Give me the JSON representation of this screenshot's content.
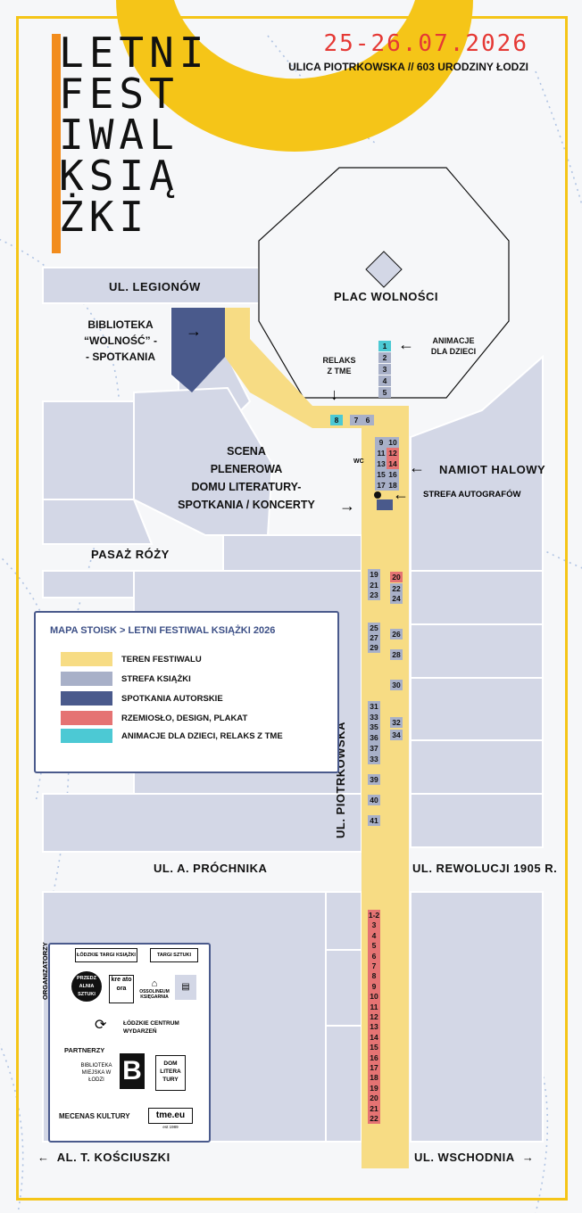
{
  "colors": {
    "festival_area": "#f7dc84",
    "book_zone": "#a8b0c8",
    "author_meetings": "#4a5a8c",
    "craft_design_poster": "#e57373",
    "kids_relax": "#4cc9d4",
    "buildings": "#d3d7e6",
    "accent_yellow": "#f5c518",
    "accent_orange": "#f28c1c",
    "date_red": "#e53935",
    "frame_yellow": "#f5c518"
  },
  "title": {
    "lines": [
      "LETNI",
      "FEST",
      "IWAL",
      "KSIĄ",
      "ŻKI"
    ]
  },
  "header": {
    "date": "25-26.07.2026",
    "subtitle": "ULICA PIOTRKOWSKA // 603 URODZINY ŁODZI"
  },
  "streets": {
    "legionow": "UL. LEGIONÓW",
    "plac": "PLAC WOLNOŚCI",
    "pasaz": "PASAŻ RÓŻY",
    "prochnika": "UL. A. PRÓCHNIKA",
    "rewolucji": "UL. REWOLUCJI 1905 R.",
    "piotrkowska": "UL. PIOTRKOWSKA",
    "kosciuszki": "AL. T. KOŚCIUSZKI",
    "wschodnia": "UL. WSCHODNIA"
  },
  "places": {
    "biblioteka": [
      "BIBLIOTEKA",
      "“WOLNOŚĆ” -",
      "- SPOTKANIA"
    ],
    "animacje": [
      "ANIMACJE",
      "DLA DZIECI"
    ],
    "relaks": [
      "RELAKS",
      "Z TME"
    ],
    "scena": [
      "SCENA",
      "PLENEROWA",
      "DOMU LITERATURY-",
      "SPOTKANIA / KONCERTY"
    ],
    "namiot": "NAMIOT HALOWY",
    "autografy": "STREFA AUTOGRAFÓW",
    "wc": "WC"
  },
  "legend": {
    "title": "MAPA STOISK > LETNI FESTIWAL KSIĄŻKI 2026",
    "items": [
      {
        "label": "TEREN FESTIWALU",
        "color": "#f7dc84"
      },
      {
        "label": "STREFA KSIĄŻKI",
        "color": "#a8b0c8"
      },
      {
        "label": "SPOTKANIA AUTORSKIE",
        "color": "#4a5a8c"
      },
      {
        "label": "RZEMIOSŁO, DESIGN, PLAKAT",
        "color": "#e57373"
      },
      {
        "label": "ANIMACJE DLA DZIECI, RELAKS Z TME",
        "color": "#4cc9d4"
      }
    ]
  },
  "partners": {
    "organizatorzy": "ORGANIZATORZY",
    "partnerzy": "PARTNERZY",
    "mecenas": "MECENAS KULTURY",
    "lodzkie_targi": "ŁÓDZKIE TARGI KSIĄŻKI",
    "targi_sztuki": "TARGI SZTUKI",
    "przedzalnia": "PRZEDZ ALNIA SZTUKI",
    "kreatora": "kre ato ora",
    "ossolineum": "OSSOLINEUM KSIĘGARNIA",
    "centrum": "ŁÓDZKIE CENTRUM WYDARZEŃ",
    "biblioteka_miejska": "BIBLIOTEKA MIEJSKA W ŁODZI",
    "dom_literatury": "DOM LITERA TURY",
    "tme": "tme.eu",
    "tme_est": "est 1989"
  },
  "stalls": {
    "plac": [
      "1",
      "2",
      "3",
      "4",
      "5"
    ],
    "upper": [
      "8",
      "7",
      "6"
    ],
    "namiot_left": [
      "9",
      "11",
      "13",
      "15",
      "17"
    ],
    "namiot_right": [
      "10",
      "12",
      "14",
      "16",
      "18"
    ],
    "left_col": [
      "19",
      "21",
      "23",
      "25",
      "27",
      "29",
      "31",
      "33",
      "35",
      "36",
      "37",
      "33",
      "39",
      "40",
      "41"
    ],
    "right_col": [
      "20",
      "22",
      "24",
      "26",
      "28",
      "30",
      "32",
      "34"
    ],
    "craft_col": [
      "1-2",
      "3",
      "4",
      "5",
      "6",
      "7",
      "8",
      "9",
      "10",
      "11",
      "12",
      "13",
      "14",
      "15",
      "16",
      "17",
      "18",
      "19",
      "20",
      "21",
      "22"
    ]
  }
}
